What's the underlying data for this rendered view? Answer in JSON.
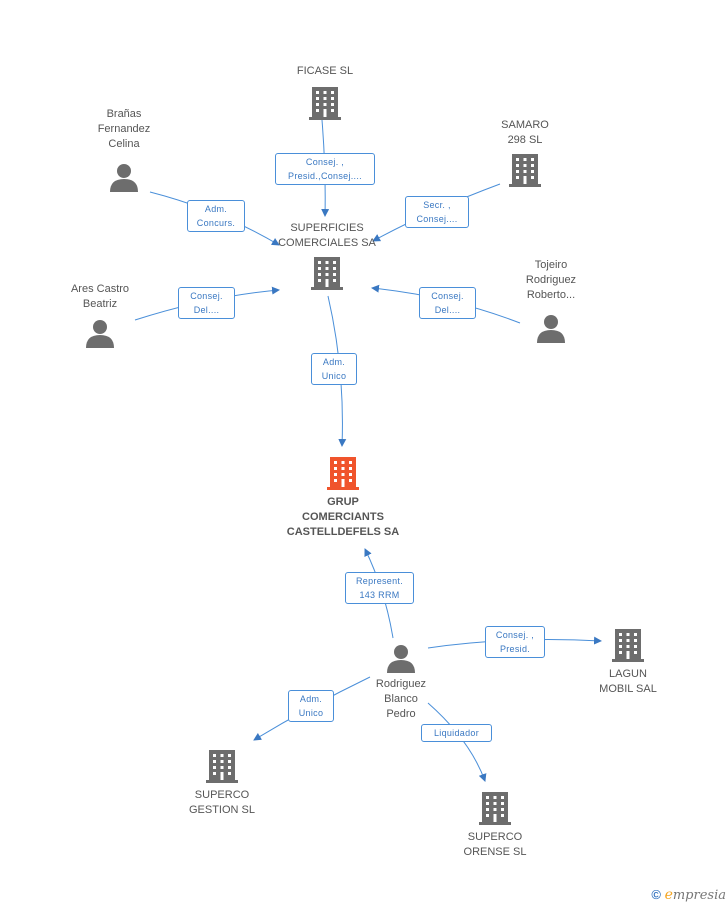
{
  "nodes": {
    "ficase": {
      "label": "FICASE SL",
      "type": "company"
    },
    "brenas": {
      "label": "Brañas\nFernandez\nCelina",
      "type": "person"
    },
    "samaro": {
      "label": "SAMARO\n298 SL",
      "type": "company"
    },
    "superficies": {
      "label": "SUPERFICIES\nCOMERCIALES SA",
      "type": "company"
    },
    "ares": {
      "label": "Ares Castro\nBeatriz",
      "type": "person"
    },
    "tojeiro": {
      "label": "Tojeiro\nRodriguez\nRoberto...",
      "type": "person"
    },
    "grup": {
      "label": "GRUP\nCOMERCIANTS\nCASTELLDEFELS SA",
      "type": "company-main"
    },
    "rodriguez": {
      "label": "Rodriguez\nBlanco\nPedro",
      "type": "person"
    },
    "lagun": {
      "label": "LAGUN\nMOBIL SAL",
      "type": "company"
    },
    "supercoGestion": {
      "label": "SUPERCO\nGESTION  SL",
      "type": "company"
    },
    "supercoOrense": {
      "label": "SUPERCO\nORENSE SL",
      "type": "company"
    }
  },
  "edges": {
    "ficase_superficies": "Consej. ,\nPresid.,Consej....",
    "brenas_superficies": "Adm.\nConcurs.",
    "samaro_superficies": "Secr. ,\nConsej....",
    "ares_superficies": "Consej.\nDel....",
    "tojeiro_superficies": "Consej.\nDel....",
    "superficies_grup": "Adm.\nUnico",
    "rodriguez_grup": "Represent.\n143 RRM",
    "rodriguez_lagun": "Consej. ,\nPresid.",
    "rodriguez_gestion": "Adm.\nUnico",
    "rodriguez_orense": "Liquidador"
  },
  "colors": {
    "company": "#6d6d6d",
    "main": "#f0542c",
    "person": "#6d6d6d",
    "edge": "#4a8fd9"
  },
  "brand": {
    "copyright": "©",
    "e": "e",
    "rest": "mpresia"
  }
}
